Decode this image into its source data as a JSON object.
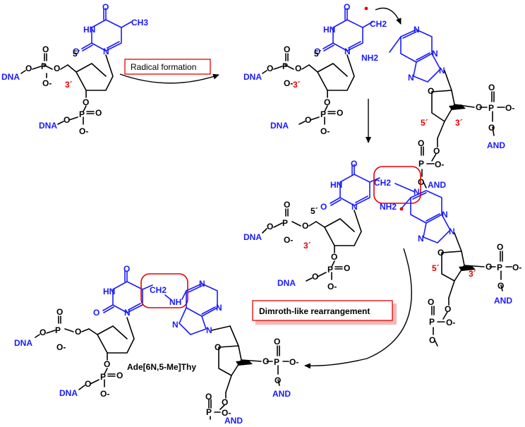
{
  "colors": {
    "backbone": "#000000",
    "base": "#1a1aff",
    "highlight": "#e60000",
    "radical_dot": "#e60000",
    "label_shadow": "#f2b8b8"
  },
  "steps": {
    "radical_formation": "Radical formation",
    "dimroth": "Dimroth-like rearrangement"
  },
  "product_name": "Ade[6N,5-Me]Thy",
  "labels": {
    "dna": "DNA",
    "and": "AND",
    "five_prime": "5´",
    "three_prime": "3´",
    "ch3": "CH3",
    "ch2": "CH2",
    "nh2": "NH2",
    "hn": "HN",
    "nh": "NH",
    "h": "H",
    "n": "N",
    "o": "O",
    "p": "P",
    "o_minus": "O-"
  }
}
